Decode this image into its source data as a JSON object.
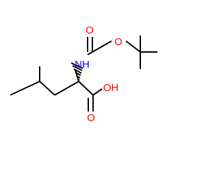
{
  "molecule": {
    "colors": {
      "bond": "#000000",
      "oxygen": "#ff0000",
      "nitrogen": "#0000ff"
    },
    "atoms": {
      "o_ester": {
        "label": "O",
        "element": "O"
      },
      "o_carbonyl_boc": {
        "label": "O",
        "element": "O"
      },
      "nh": {
        "label": "NH",
        "element": "N"
      },
      "oh": {
        "label": "OH",
        "element": "O"
      },
      "o_carbonyl_acid": {
        "label": "O",
        "element": "O"
      }
    }
  }
}
